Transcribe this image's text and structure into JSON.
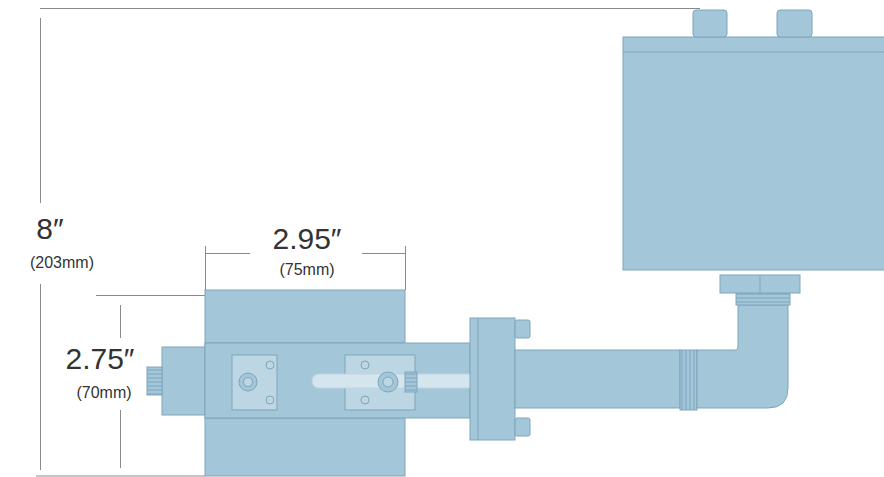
{
  "diagram": {
    "labels": [
      "8″",
      "(203mm)",
      "2.95″",
      "(75mm)",
      "2.75″",
      "(70mm)"
    ]
  }
}
